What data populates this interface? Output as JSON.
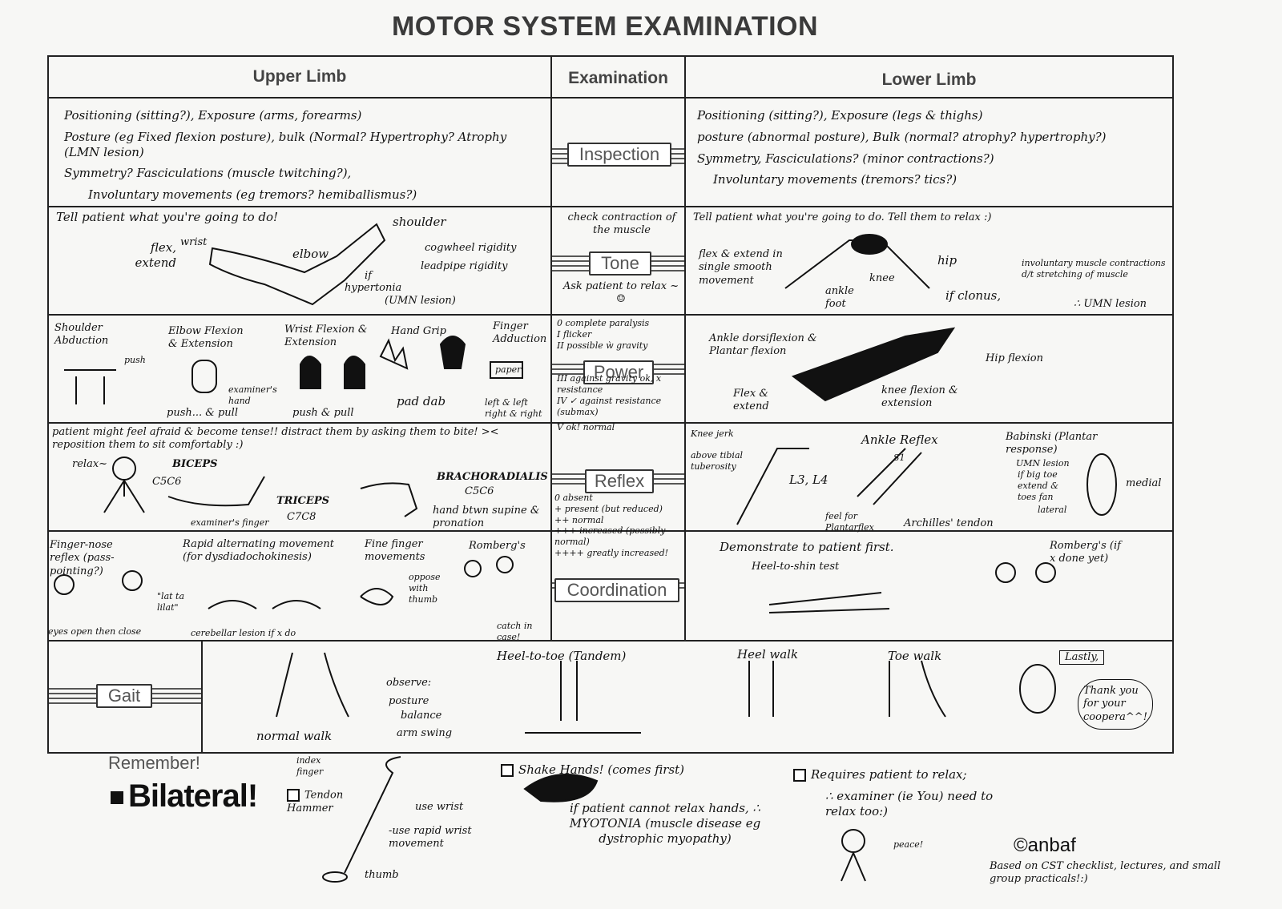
{
  "title": "MOTOR SYSTEM EXAMINATION",
  "headers": {
    "upper": "Upper Limb",
    "exam": "Examination",
    "lower": "Lower Limb"
  },
  "rows": {
    "inspection": {
      "label": "Inspection",
      "upper": [
        "Positioning (sitting?), Exposure (arms, forearms)",
        "Posture (eg Fixed flexion posture), bulk (Normal? Hypertrophy? Atrophy (LMN lesion)",
        "Symmetry? Fasciculations (muscle twitching?),",
        "Involuntary movements (eg tremors? hemiballismus?)"
      ],
      "lower": [
        "Positioning (sitting?), Exposure (legs & thighs)",
        "posture (abnormal posture), Bulk (normal? atrophy? hypertrophy?)",
        "Symmetry, Fasciculations? (minor contractions?)",
        "Involuntary movements (tremors? tics?)"
      ]
    },
    "tone": {
      "label": "Tone",
      "exam_top": "check contraction of the muscle",
      "exam_bottom": "Ask patient to relax ~ ☺",
      "upper": {
        "intro": "Tell patient what you're going to do!",
        "shoulder": "shoulder",
        "flex_extend": "flex, extend",
        "wrist": "wrist",
        "elbow": "elbow",
        "cogwheel": "cogwheel rigidity",
        "leadpipe": "leadpipe rigidity",
        "if": "if",
        "hypertonia": "hypertonia",
        "umn": "(UMN lesion)"
      },
      "lower": {
        "intro": "Tell patient what you're going to do. Tell them to relax :)",
        "flex_extend": "flex & extend in single smooth movement",
        "hip": "hip",
        "knee": "knee",
        "ankle_foot": "ankle foot",
        "if_clonus": "if clonus,",
        "involuntary": "involuntary muscle contractions d/t stretching of muscle",
        "umn": "∴ UMN lesion"
      }
    },
    "power": {
      "label": "Power",
      "grades": [
        "0 complete paralysis",
        "I flicker",
        "II possible ẁ gravity",
        "III against gravity ok, x resistance",
        "IV ✓ against resistance (submax)",
        "V ok! normal"
      ],
      "upper": {
        "shoulder": "Shoulder Abduction",
        "push": "push",
        "elbow": "Elbow Flexion & Extension",
        "examiner_hand": "examiner's hand",
        "push_pull": "push... & pull",
        "wrist": "Wrist Flexion & Extension",
        "wrist_push_pull": "push & pull",
        "grip": "Hand Grip",
        "pad_dab": "pad dab",
        "finger": "Finger Adduction",
        "paper": "paper",
        "left_right": "left & left right & right"
      },
      "lower": {
        "ankle": "Ankle dorsiflexion & Plantar flexion",
        "hip": "Hip flexion",
        "flex_extend": "Flex & extend",
        "knee": "knee flexion & extension"
      }
    },
    "reflex": {
      "label": "Reflex",
      "grades": [
        "0 absent",
        "+ present (but reduced)",
        "++ normal",
        "+++ increased (possibly normal)",
        "++++ greatly increased!"
      ],
      "upper": {
        "intro": "patient might feel afraid & become tense!! distract them by asking them to bite! >< reposition them to sit comfortably :)",
        "relax": "relax~",
        "biceps": "BICEPS",
        "c5c6": "C5C6",
        "triceps": "TRICEPS",
        "c7c8": "C7C8",
        "finger": "examiner's finger",
        "brachio": "BRACHORADIALIS",
        "brachio_c": "C5C6",
        "supine": "hand btwn supine & pronation"
      },
      "lower": {
        "knee": "Knee jerk",
        "tibial": "above tibial tuberosity",
        "l34": "L3, L4",
        "ankle": "Ankle Reflex",
        "s1": "S1",
        "feel": "feel for Plantarflex",
        "achilles": "Archilles' tendon",
        "babinski": "Babinski (Plantar response)",
        "umn": "UMN lesion",
        "bigtoe": "if big toe extend & toes fan",
        "medial": "medial",
        "lateral": "lateral"
      }
    },
    "coordination": {
      "label": "Coordination",
      "upper": {
        "fn": "Finger-nose reflex (pass-pointing?)",
        "eyes": "eyes open then close",
        "rapid": "Rapid alternating movement (for dysdiadochokinesis)",
        "latta": "\"lat ta lilat\"",
        "cerebellar": "cerebellar lesion if x do",
        "fine": "Fine finger movements",
        "oppose": "oppose with thumb",
        "romberg": "Romberg's",
        "catch": "catch in case!"
      },
      "lower": {
        "demo": "Demonstrate to patient first.",
        "heelshin": "Heel-to-shin test",
        "romberg": "Romberg's (if x done yet)"
      }
    },
    "gait": {
      "label": "Gait",
      "normal": "normal walk",
      "observe": "observe:",
      "obs_items": [
        "posture",
        "balance",
        "arm swing"
      ],
      "tandem": "Heel-to-toe (Tandem)",
      "heel": "Heel walk",
      "toe": "Toe walk",
      "lastly": "Lastly,",
      "thanks": "Thank you for your coopera^^!"
    }
  },
  "footer": {
    "remember": "Remember!",
    "bilateral": "Bilateral!",
    "hammer": "Tendon Hammer",
    "index": "index finger",
    "wrist": "use wrist",
    "rapid": "-use rapid wrist movement",
    "thumb": "thumb",
    "shake": "Shake Hands! (comes first)",
    "myotonia": "if patient cannot relax hands, ∴ MYOTONIA (muscle disease eg dystrophic myopathy)",
    "requires": "Requires patient to relax;",
    "examiner": "∴ examiner (ie You) need to relax too:)",
    "peace": "peace!",
    "author": "©anbaf",
    "based": "Based on CST checklist, lectures, and small group practicals!:)"
  }
}
